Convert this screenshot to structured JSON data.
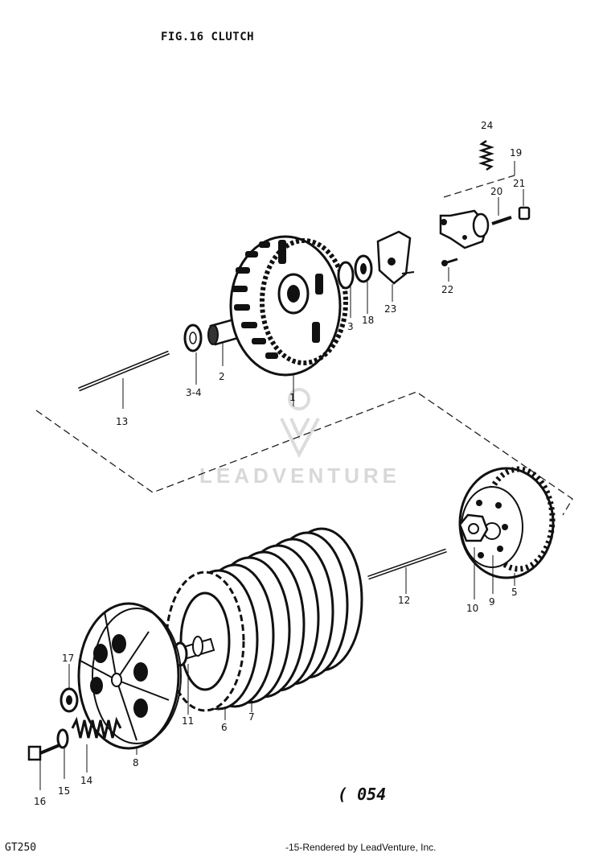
{
  "header": {
    "title": "FIG.16  CLUTCH"
  },
  "footer": {
    "model": "GT250",
    "rendered_by": "-15-Rendered by LeadVenture, Inc."
  },
  "page_code": "( 054",
  "watermark": {
    "text": "LEADVENTURE"
  },
  "callouts": [
    "1",
    "2",
    "3",
    "3-4",
    "5",
    "6",
    "7",
    "8",
    "9",
    "10",
    "11",
    "12",
    "13",
    "14",
    "15",
    "16",
    "17",
    "18",
    "19",
    "20",
    "21",
    "22",
    "23",
    "24"
  ]
}
